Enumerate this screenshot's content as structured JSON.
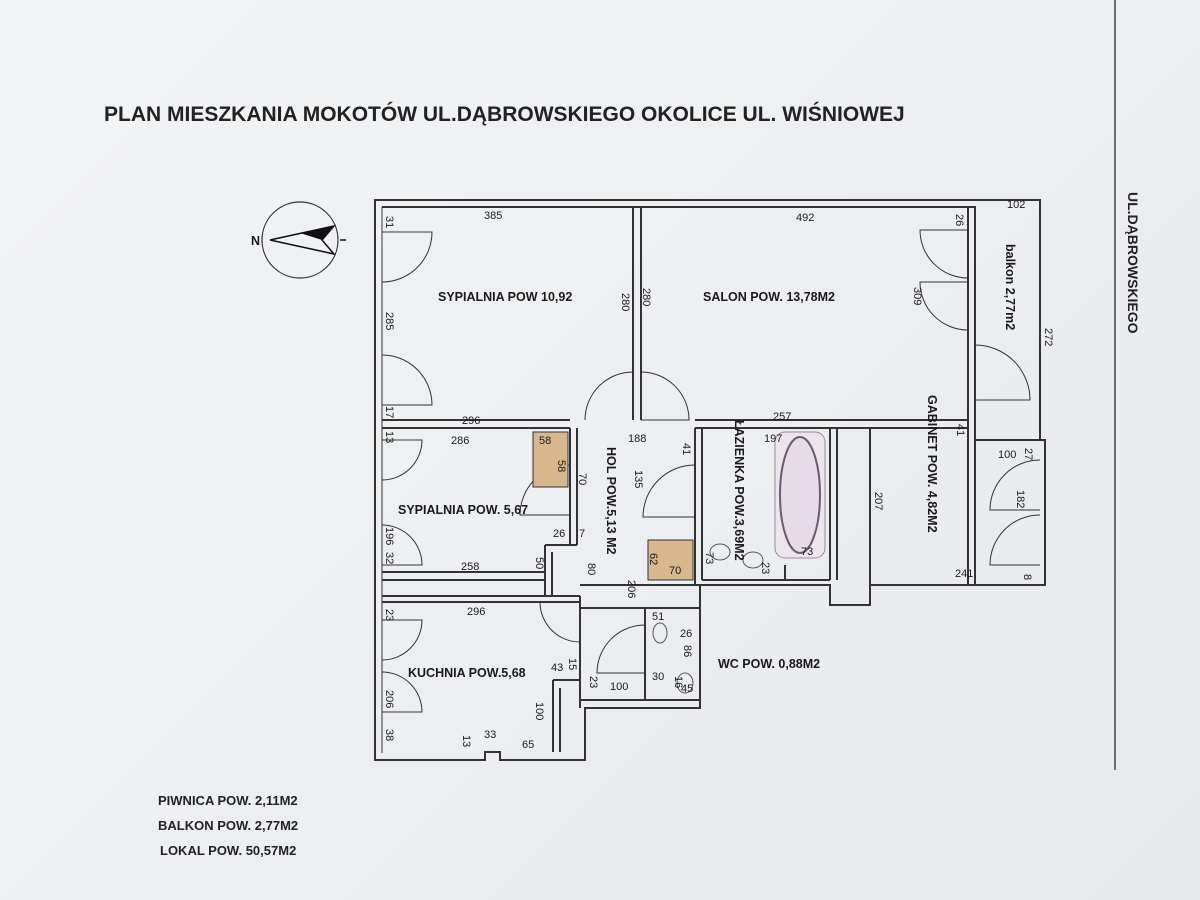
{
  "title": "PLAN MIESZKANIA MOKOTÓW UL.DĄBROWSKIEGO OKOLICE UL. WIŚNIOWEJ",
  "street_label": "UL.DĄBROWSKIEGO",
  "compass": {
    "letter": "N"
  },
  "rooms": {
    "sypialnia1": "SYPIALNIA POW 10,92",
    "salon": "SALON POW. 13,78M2",
    "balkon": "balkon 2,77m2",
    "gabinet": "GABINET POW. 4,82M2",
    "sypialnia2": "SYPIALNIA POW. 5,67",
    "hol": "HOL POW.5,13 M2",
    "lazienka": "ŁAZIENKA POW.3,69M2",
    "wc": "WC POW. 0,88M2",
    "kuchnia": "KUCHNIA POW.5,68"
  },
  "dims": {
    "d385": "385",
    "d492": "492",
    "d102": "102",
    "d31": "31",
    "d285": "285",
    "d17": "17",
    "d280a": "280",
    "d280b": "280",
    "d26a": "26",
    "d309": "309",
    "d272": "272",
    "d41a": "41",
    "d296a": "296",
    "d257": "257",
    "d13": "13",
    "d286": "286",
    "d58a": "58",
    "d58b": "58",
    "d70a": "70",
    "d188": "188",
    "d135": "135",
    "d41b": "41",
    "d197": "197",
    "d100a": "100",
    "d27": "27",
    "d207": "207",
    "d182": "182",
    "d196": "196",
    "d32": "32",
    "d26b": "26",
    "d7": "7",
    "d50": "50",
    "d258": "258",
    "d80": "80",
    "d206a": "206",
    "d62": "62",
    "d70b": "70",
    "d73a": "73",
    "d23a": "23",
    "d73b": "73",
    "d241": "241",
    "d8": "8",
    "d296b": "296",
    "d23b": "23",
    "d51": "51",
    "d26c": "26",
    "d86": "86",
    "d43": "43",
    "d15": "15",
    "d23c": "23",
    "d100b": "100",
    "d30": "30",
    "d16": "16",
    "d45": "45",
    "d206b": "206",
    "d100c": "100",
    "d38": "38",
    "d13b": "13",
    "d33": "33",
    "d65": "65"
  },
  "summary": {
    "piwnica": "PIWNICA  POW. 2,11M2",
    "balkon": "BALKON POW. 2,77M2",
    "lokal": "LOKAL POW. 50,57M2"
  },
  "colors": {
    "cabinet": "#d6b88c",
    "walls": "#333333",
    "paper": "#f0f1f3"
  }
}
